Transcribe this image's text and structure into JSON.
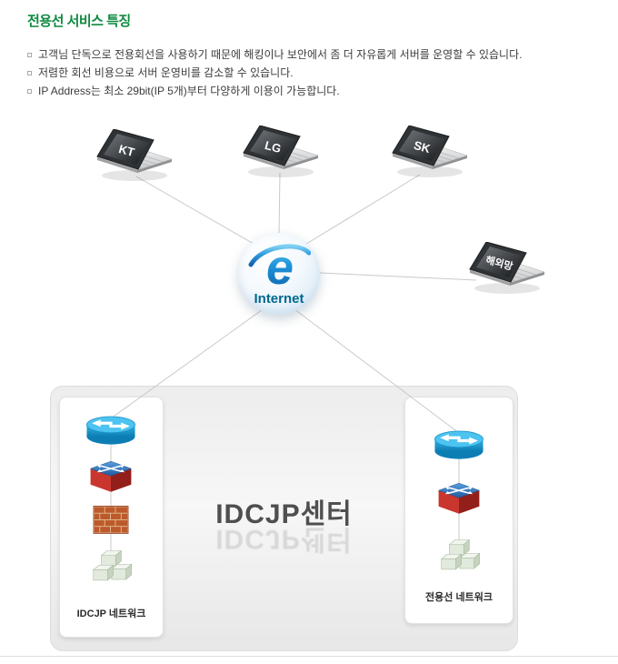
{
  "header": {
    "title": "전용선 서비스 특징"
  },
  "features": [
    "고객님 단독으로 전용회선을 사용하기 때문에 해킹이나 보안에서 좀 더 자유롭게 서버를 운영할 수 있습니다.",
    "저렴한 회선 비용으로 서버 운영비를 감소할 수 있습니다.",
    "IP Address는 최소 29bit(IP 5개)부터 다양하게 이용이 가능합니다."
  ],
  "laptops": [
    {
      "id": "kt",
      "label": "KT"
    },
    {
      "id": "lg",
      "label": "LG"
    },
    {
      "id": "sk",
      "label": "SK"
    },
    {
      "id": "overseas",
      "label": "해외망"
    }
  ],
  "internet": {
    "label": "Internet",
    "logo_letter": "e"
  },
  "datacenter": {
    "title": "IDCJP센터",
    "left_network_label": "IDCJP 네트워크",
    "right_network_label": "전용선 네트워크"
  },
  "colors": {
    "title_green": "#0e8a3e",
    "internet_label": "#00688e",
    "connection_line": "#c9c9c9",
    "router_blue": "#2aa9dd",
    "switch_red": "#c9362e"
  }
}
